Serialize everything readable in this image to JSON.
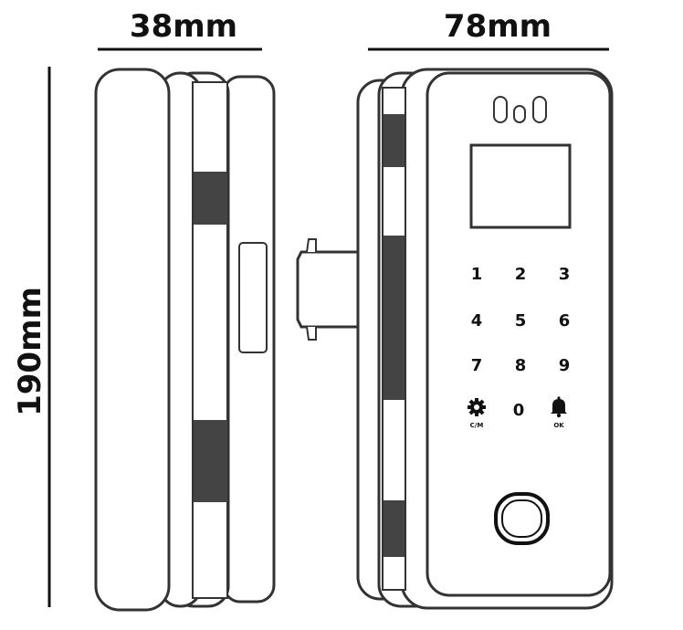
{
  "dimensions": {
    "width_side": "38mm",
    "width_front": "78mm",
    "height": "190mm"
  },
  "colors": {
    "line": "#333333",
    "pad": "#444444",
    "background": "#ffffff"
  },
  "keypad": {
    "keys": [
      "1",
      "2",
      "3",
      "4",
      "5",
      "6",
      "7",
      "8",
      "9",
      "0"
    ],
    "settings_label": "C/M",
    "ok_label": "OK",
    "settings_icon": "gear-icon",
    "ok_icon": "bell-icon"
  },
  "indicators": {
    "text": "0o0"
  }
}
